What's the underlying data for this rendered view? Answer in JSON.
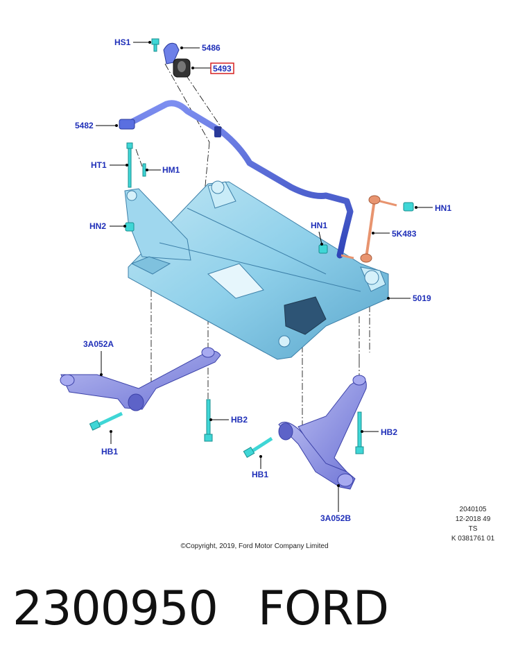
{
  "callouts": {
    "hs1": "HS1",
    "c5486": "5486",
    "c5493": "5493",
    "c5482": "5482",
    "ht1": "HT1",
    "hm1": "HM1",
    "hn2": "HN2",
    "hn1_right": "HN1",
    "hn1_left": "HN1",
    "c5k483": "5K483",
    "c5019": "5019",
    "c3a052a": "3A052A",
    "hb2_left": "HB2",
    "hb1_left": "HB1",
    "hb2_right": "HB2",
    "hb1_right": "HB1",
    "c3a052b": "3A052B"
  },
  "meta": {
    "line1": "2040105",
    "line2": "12-2018 49",
    "line3": "TS",
    "line4": "K 0381761 01"
  },
  "copyright": "©Copyright, 2019, Ford Motor Company Limited",
  "footer": {
    "part_number": "2300950",
    "brand": "FORD"
  },
  "colors": {
    "callout_text": "#1f2fb8",
    "subframe": "#8fd0ea",
    "stabilizer_bar": "#4a5fd0",
    "control_arm": "#8a90e0",
    "bolt": "#3fd6d6",
    "link": "#e8946f",
    "highlight_box": "#d62020"
  }
}
